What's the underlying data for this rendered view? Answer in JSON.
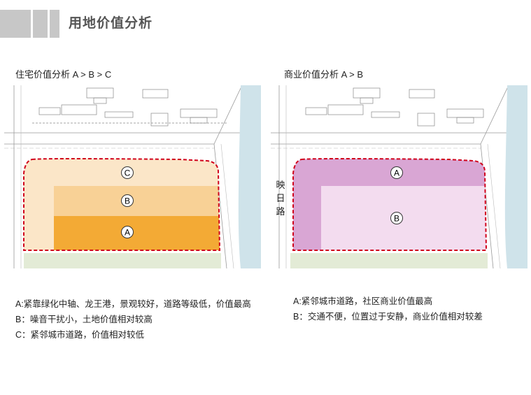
{
  "header": {
    "title": "用地价值分析",
    "accent_gray": "#c7c7c7"
  },
  "left_panel": {
    "title": "住宅价值分析 A > B > C",
    "zones": [
      {
        "label": "C",
        "color": "#fbe6c8"
      },
      {
        "label": "B",
        "color": "#f8d196"
      },
      {
        "label": "A",
        "color": "#f3aa35"
      }
    ],
    "notes": [
      "A:紧靠绿化中轴、龙王港，景观较好，道路等级低，价值最高",
      "B：噪音干扰小，土地价值相对较高",
      "C：紧邻城市道路，价值相对较低"
    ]
  },
  "right_panel": {
    "title": "商业价值分析 A > B",
    "road_label": "映日路",
    "zones": [
      {
        "label": "A",
        "color": "#d9a6d4"
      },
      {
        "label": "B",
        "color": "#f3dcef"
      }
    ],
    "notes": [
      "A:紧邻城市道路，社区商业价值最高",
      "B：交通不便，位置过于安静，商业价值相对较差"
    ]
  },
  "colors": {
    "boundary_dashed": "#d0021b",
    "river": "#cfe3ea",
    "green_strip": "#e3ebd6"
  }
}
